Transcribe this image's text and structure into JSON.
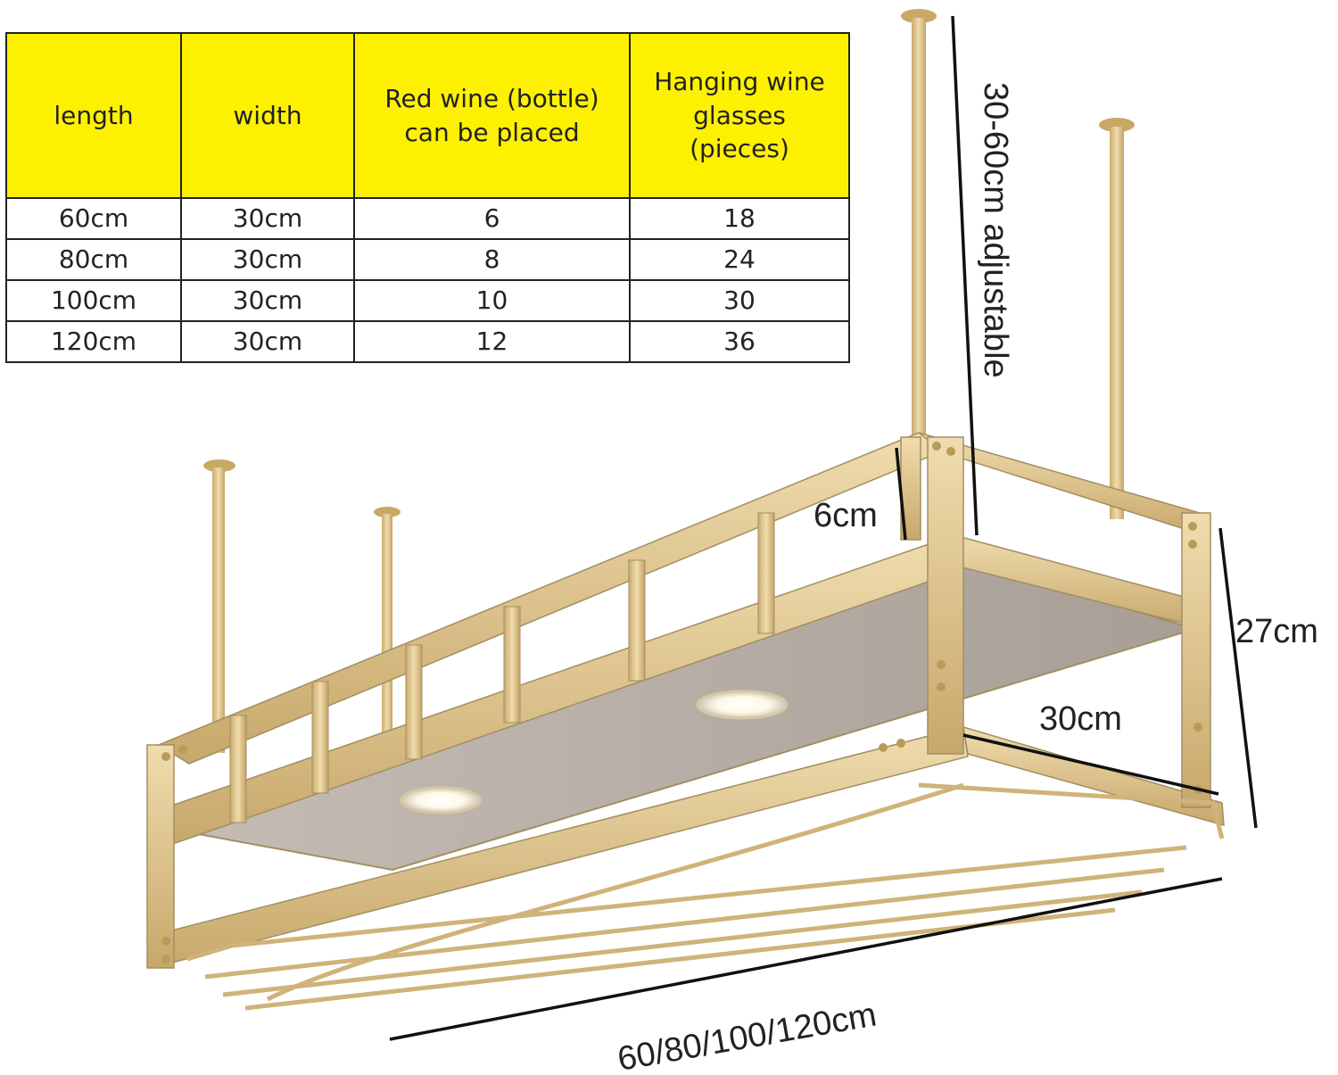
{
  "table": {
    "headers": [
      "length",
      "width",
      "Red wine (bottle) can be placed",
      "Hanging wine glasses (pieces)"
    ],
    "rows": [
      [
        "60cm",
        "30cm",
        "6",
        "18"
      ],
      [
        "80cm",
        "30cm",
        "8",
        "24"
      ],
      [
        "100cm",
        "30cm",
        "10",
        "30"
      ],
      [
        "120cm",
        "30cm",
        "12",
        "36"
      ]
    ],
    "header_color": "#fdf101"
  },
  "dimensions": {
    "rod_height": "30-60cm adjustable",
    "rail_height": "6cm",
    "total_height": "27cm",
    "depth": "30cm",
    "length": "60/80/100/120cm"
  },
  "colors": {
    "frame_gold": "#d9c08a",
    "shelf_gray": "#b4aba3",
    "line": "#111111"
  }
}
